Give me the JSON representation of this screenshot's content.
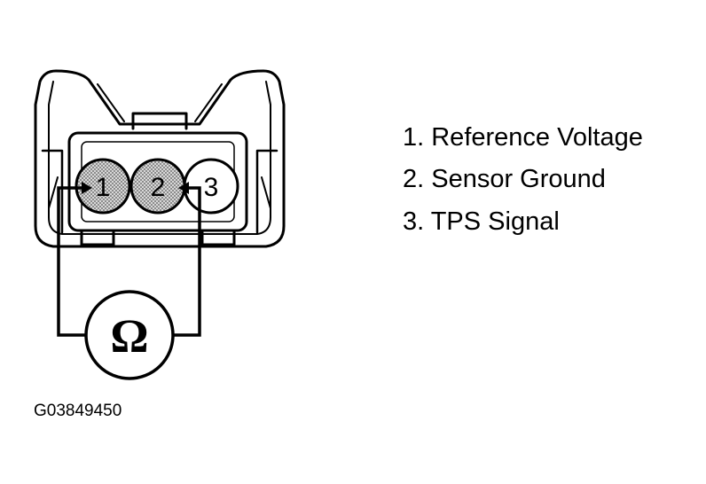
{
  "connector": {
    "pins": [
      {
        "label": "1",
        "shaded": true
      },
      {
        "label": "2",
        "shaded": true
      },
      {
        "label": "3",
        "shaded": false
      }
    ],
    "meter_symbol": "Ω",
    "meter_icon": "ohmmeter-icon"
  },
  "legend": {
    "items": [
      {
        "text": "1. Reference Voltage"
      },
      {
        "text": "2. Sensor Ground"
      },
      {
        "text": "3. TPS Signal"
      }
    ]
  },
  "figure_id": "G03849450",
  "colors": {
    "ink": "#000000",
    "pin_fill": "#b4b4b4",
    "background": "#ffffff"
  }
}
